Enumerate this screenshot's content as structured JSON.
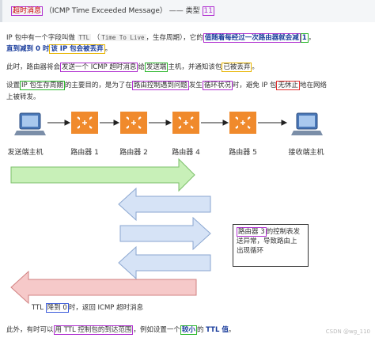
{
  "title": {
    "heading": "超时消息",
    "sub": "（ICMP Time Exceeded Message） —— 类型",
    "type_val": "11"
  },
  "para1": {
    "a": "IP 包中有一个字段叫做",
    "code1": "TTL",
    "b": "（",
    "code2": "Time To Live",
    "c": "，生存周期），它的",
    "d": "值随着每经过一次路由器就会减",
    "e": "1",
    "f": "，",
    "g": "直到减到 0 时",
    "h": "该 IP 包会被丢弃",
    "i": "。"
  },
  "para2": {
    "a": "此时，路由器将会",
    "b": "发送一个 ICMP 超时消息",
    "c": "给",
    "d": "发送端",
    "e": "主机，并通知该包",
    "f": "已被丢弃",
    "g": "。"
  },
  "para3": {
    "a": "设置",
    "b": "IP 包生存周期",
    "c": "的主要目的，是为了在",
    "d": "路由控制遇到问题",
    "e": "发生",
    "f": "循环状况",
    "g": "时，避免 IP 包",
    "h": "无休止",
    "i": "地在网络",
    "j": "上被转发。"
  },
  "nodes": {
    "sender": "发送端主机",
    "r1": "路由器 1",
    "r2": "路由器 2",
    "r4": "路由器 4",
    "r5": "路由器 5",
    "receiver": "接收端主机"
  },
  "note": {
    "a": "路由器 3",
    "b": "的控制表发",
    "c": "送异常，导致路由上",
    "d": "出现循环"
  },
  "ttl_msg": {
    "a": "TTL",
    "b": "降到 0",
    "c": "时，返回 ICMP 超时消息"
  },
  "para4": {
    "a": "此外，有时可以",
    "b": "用 TTL 控制包的到达范围",
    "c": "，例如设置一个",
    "d": "较小",
    "e": "的",
    "f": "TTL 值",
    "g": "。"
  },
  "watermark": "CSDN @wg_110",
  "colors": {
    "router": "#f08a2c",
    "green_arrow": "#c8f0b8",
    "blue_arrow": "#d6e3f6",
    "red_arrow": "#f6c9c9"
  }
}
